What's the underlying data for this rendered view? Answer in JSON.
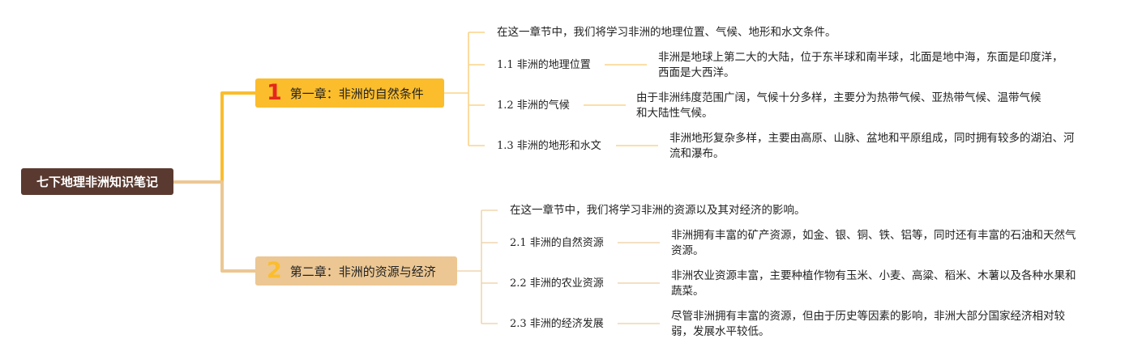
{
  "root": {
    "label": "七下地理非洲知识笔记"
  },
  "colors": {
    "root_bg": "#5a3a30",
    "chapter1_bg": "#fbbd2c",
    "chapter2_bg": "#ecc793",
    "chapter1_number": "#e4261d",
    "chapter2_number": "#fbbd2c",
    "branch_line": "#fbbd2c",
    "chapter1_line": "#fbd488",
    "chapter2_line": "#f0d6b0"
  },
  "chapters": [
    {
      "number": "1",
      "label": "第一章：非洲的自然条件",
      "intro": "在这一章节中，我们将学习非洲的地理位置、气候、地形和水文条件。",
      "sections": [
        {
          "label": "1.1 非洲的地理位置",
          "desc": "非洲是地球上第二大的大陆，位于东半球和南半球，北面是地中海，东面是印度洋，西面是大西洋。"
        },
        {
          "label": "1.2 非洲的气候",
          "desc": "由于非洲纬度范围广阔，气候十分多样，主要分为热带气候、亚热带气候、温带气候和大陆性气候。"
        },
        {
          "label": "1.3 非洲的地形和水文",
          "desc": "非洲地形复杂多样，主要由高原、山脉、盆地和平原组成，同时拥有较多的湖泊、河流和瀑布。"
        }
      ]
    },
    {
      "number": "2",
      "label": "第二章：非洲的资源与经济",
      "intro": "在这一章节中，我们将学习非洲的资源以及其对经济的影响。",
      "sections": [
        {
          "label": "2.1 非洲的自然资源",
          "desc": "非洲拥有丰富的矿产资源，如金、银、铜、铁、铝等，同时还有丰富的石油和天然气资源。"
        },
        {
          "label": "2.2 非洲的农业资源",
          "desc": "非洲农业资源丰富，主要种植作物有玉米、小麦、高粱、稻米、木薯以及各种水果和蔬菜。"
        },
        {
          "label": "2.3 非洲的经济发展",
          "desc": "尽管非洲拥有丰富的资源，但由于历史等因素的影响，非洲大部分国家经济相对较弱，发展水平较低。"
        }
      ]
    }
  ]
}
